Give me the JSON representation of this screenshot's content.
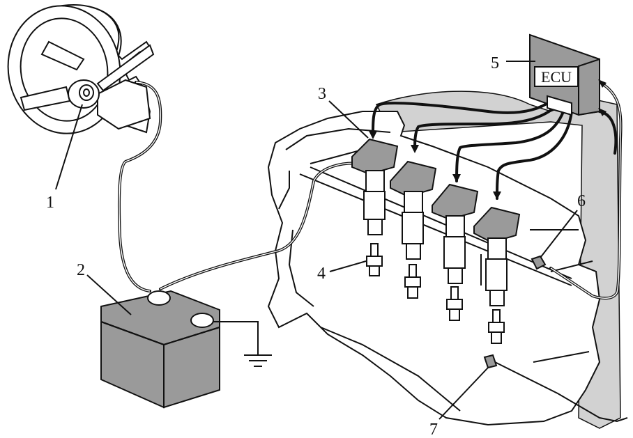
{
  "diagram": {
    "ecu_text": "ECU",
    "labels": [
      "1",
      "2",
      "3",
      "4",
      "5",
      "6",
      "7"
    ],
    "colors": {
      "line": "#111111",
      "grey_fill": "#9a9a9a",
      "light_fill": "#d2d2d2",
      "background": "#ffffff"
    },
    "icons": [
      "steering-wheel-icon",
      "ignition-switch-icon",
      "battery-icon",
      "ground-symbol-icon",
      "ignition-coil-icon",
      "spark-plug-icon",
      "ecu-icon",
      "sensor-icon"
    ]
  }
}
